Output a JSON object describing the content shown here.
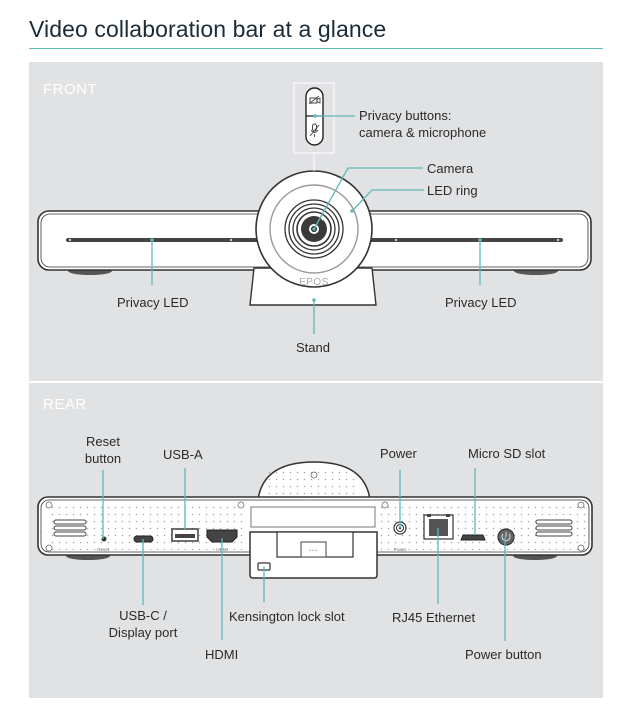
{
  "title": "Video collaboration bar at a glance",
  "accent_color": "#5fb8b8",
  "panel_color": "#e1e2e4",
  "front": {
    "section_label": "FRONT",
    "brand_mark": "EPOS",
    "labels": {
      "privacy_buttons_line1": "Privacy buttons:",
      "privacy_buttons_line2": "camera & microphone",
      "camera": "Camera",
      "led_ring": "LED ring",
      "privacy_led_left": "Privacy LED",
      "privacy_led_right": "Privacy LED",
      "stand": "Stand"
    },
    "icons": [
      "camera-off-icon",
      "microphone-off-icon"
    ]
  },
  "rear": {
    "section_label": "REAR",
    "port_marks": {
      "reset": "Reset",
      "power": "Power",
      "hdmi": "HDMI"
    },
    "labels": {
      "reset_line1": "Reset",
      "reset_line2": "button",
      "usb_a": "USB-A",
      "power": "Power",
      "micro_sd": "Micro SD slot",
      "usb_c_line1": "USB-C /",
      "usb_c_line2": "Display port",
      "kensington": "Kensington lock slot",
      "hdmi": "HDMI",
      "rj45": "RJ45 Ethernet",
      "power_button": "Power button"
    }
  }
}
